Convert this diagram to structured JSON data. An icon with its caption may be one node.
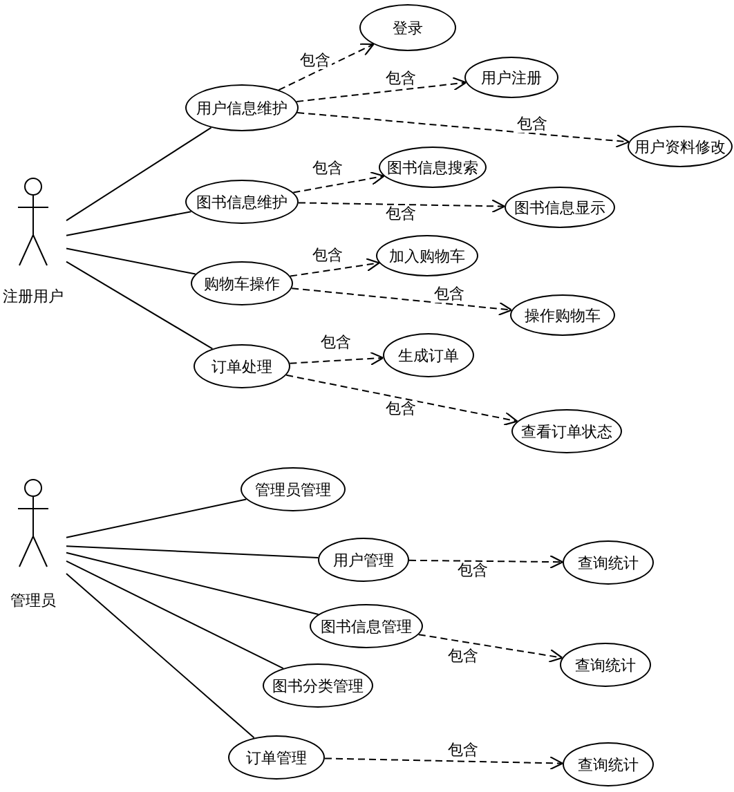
{
  "diagram": {
    "nodes": [
      {
        "text": [
          "注册用户"
        ]
      },
      {
        "text": [
          "用户信息维护"
        ]
      },
      {
        "text": [
          "登录"
        ]
      },
      {
        "text": [
          "用户注册"
        ]
      },
      {
        "text": [
          "用户资料修改"
        ]
      },
      {
        "text": [
          "图书信息维护"
        ]
      },
      {
        "text": [
          "图书信息搜索"
        ]
      },
      {
        "text": [
          "图书信息显示"
        ]
      },
      {
        "text": [
          "购物车操作"
        ]
      },
      {
        "text": [
          "加入购物车"
        ]
      },
      {
        "text": [
          "操作购物车"
        ]
      },
      {
        "text": [
          "订单处理"
        ]
      },
      {
        "text": [
          "生成订单"
        ]
      },
      {
        "text": [
          "查看订单状态"
        ]
      },
      {
        "text": [
          "管理员"
        ]
      },
      {
        "text": [
          "管理员管理"
        ]
      },
      {
        "text": [
          "用户管理"
        ]
      },
      {
        "text": [
          "查询统计"
        ]
      },
      {
        "text": [
          "图书信息管理"
        ]
      },
      {
        "text": [
          "查询统计"
        ]
      },
      {
        "text": [
          "图书分类管理"
        ]
      },
      {
        "text": [
          "订单管理"
        ]
      },
      {
        "text": [
          "查询统计"
        ]
      }
    ],
    "edges": [
      {
        "from": 0,
        "to": 1,
        "arrow": "none"
      },
      {
        "from": 0,
        "to": 5,
        "arrow": "none"
      },
      {
        "from": 0,
        "to": 8,
        "arrow": "none"
      },
      {
        "from": 0,
        "to": 11,
        "arrow": "none"
      },
      {
        "from": 1,
        "to": 2,
        "arrow": "to",
        "style": "dashed",
        "label": "包含"
      },
      {
        "from": 1,
        "to": 3,
        "arrow": "to",
        "style": "dashed",
        "label": "包含"
      },
      {
        "from": 1,
        "to": 4,
        "arrow": "to",
        "style": "dashed",
        "label": "包含"
      },
      {
        "from": 5,
        "to": 6,
        "arrow": "to",
        "style": "dashed",
        "label": "包含"
      },
      {
        "from": 5,
        "to": 7,
        "arrow": "to",
        "style": "dashed",
        "label": "包含"
      },
      {
        "from": 8,
        "to": 9,
        "arrow": "to",
        "style": "dashed",
        "label": "包含"
      },
      {
        "from": 8,
        "to": 10,
        "arrow": "to",
        "style": "dashed",
        "label": "包含"
      },
      {
        "from": 11,
        "to": 12,
        "arrow": "to",
        "style": "dashed",
        "label": "包含"
      },
      {
        "from": 11,
        "to": 13,
        "arrow": "to",
        "style": "dashed",
        "label": "包含"
      },
      {
        "from": 14,
        "to": 15,
        "arrow": "none"
      },
      {
        "from": 14,
        "to": 16,
        "arrow": "none"
      },
      {
        "from": 14,
        "to": 18,
        "arrow": "none"
      },
      {
        "from": 14,
        "to": 20,
        "arrow": "none"
      },
      {
        "from": 14,
        "to": 21,
        "arrow": "none"
      },
      {
        "from": 16,
        "to": 17,
        "arrow": "to",
        "style": "dashed",
        "label": "包含"
      },
      {
        "from": 18,
        "to": 19,
        "arrow": "to",
        "style": "dashed",
        "label": "包含"
      },
      {
        "from": 21,
        "to": 22,
        "arrow": "to",
        "style": "dashed",
        "label": "包含"
      }
    ]
  }
}
